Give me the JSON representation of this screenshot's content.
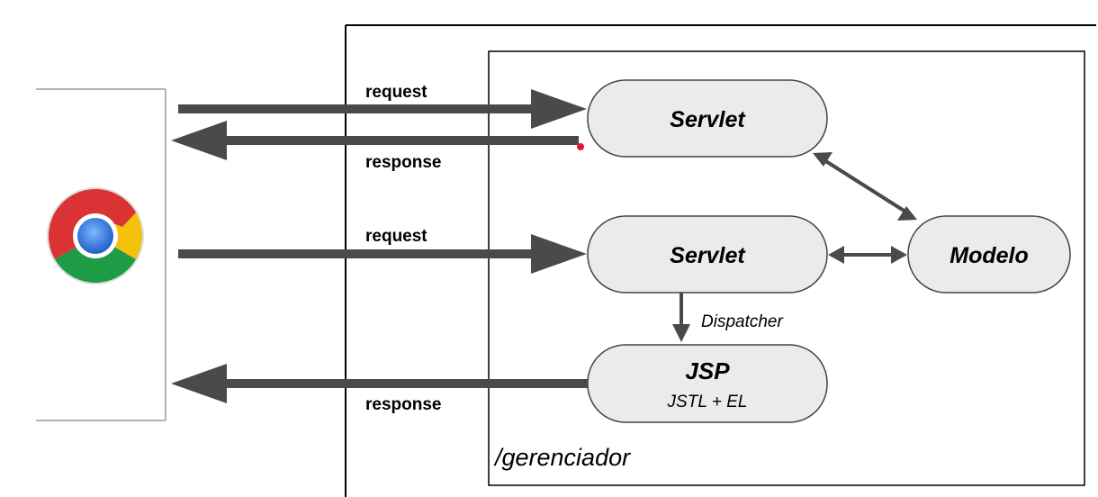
{
  "diagram": {
    "browser": {
      "icon": "chrome-icon"
    },
    "context_label": "/gerenciador",
    "nodes": {
      "servlet_top": "Servlet",
      "servlet_mid": "Servlet",
      "modelo": "Modelo",
      "jsp_title": "JSP",
      "jsp_subtitle": "JSTL + EL"
    },
    "arrows": {
      "request_1": "request",
      "response_1": "response",
      "request_2": "request",
      "response_2": "response",
      "dispatcher": "Dispatcher"
    },
    "colors": {
      "node_fill": "#ebebeb",
      "node_stroke": "#444444",
      "arrow": "#4a4a4a",
      "marker_dot": "#e8142b"
    }
  }
}
